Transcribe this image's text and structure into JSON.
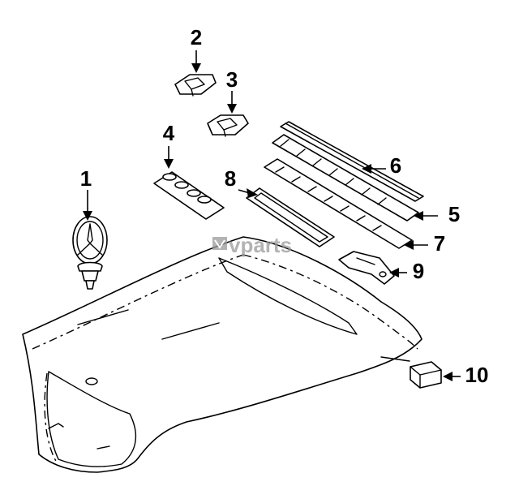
{
  "watermark": {
    "brand": "vparts",
    "color": "#9a9a9a"
  },
  "callouts": [
    {
      "id": "1",
      "label": "1"
    },
    {
      "id": "2",
      "label": "2"
    },
    {
      "id": "3",
      "label": "3"
    },
    {
      "id": "4",
      "label": "4"
    },
    {
      "id": "5",
      "label": "5"
    },
    {
      "id": "6",
      "label": "6"
    },
    {
      "id": "7",
      "label": "7"
    },
    {
      "id": "8",
      "label": "8"
    },
    {
      "id": "9",
      "label": "9"
    },
    {
      "id": "10",
      "label": "10"
    }
  ],
  "icons": {
    "hood": "hood-panel-drawing",
    "ornament": "star-ornament-drawing",
    "grille": "grille-drawing"
  }
}
